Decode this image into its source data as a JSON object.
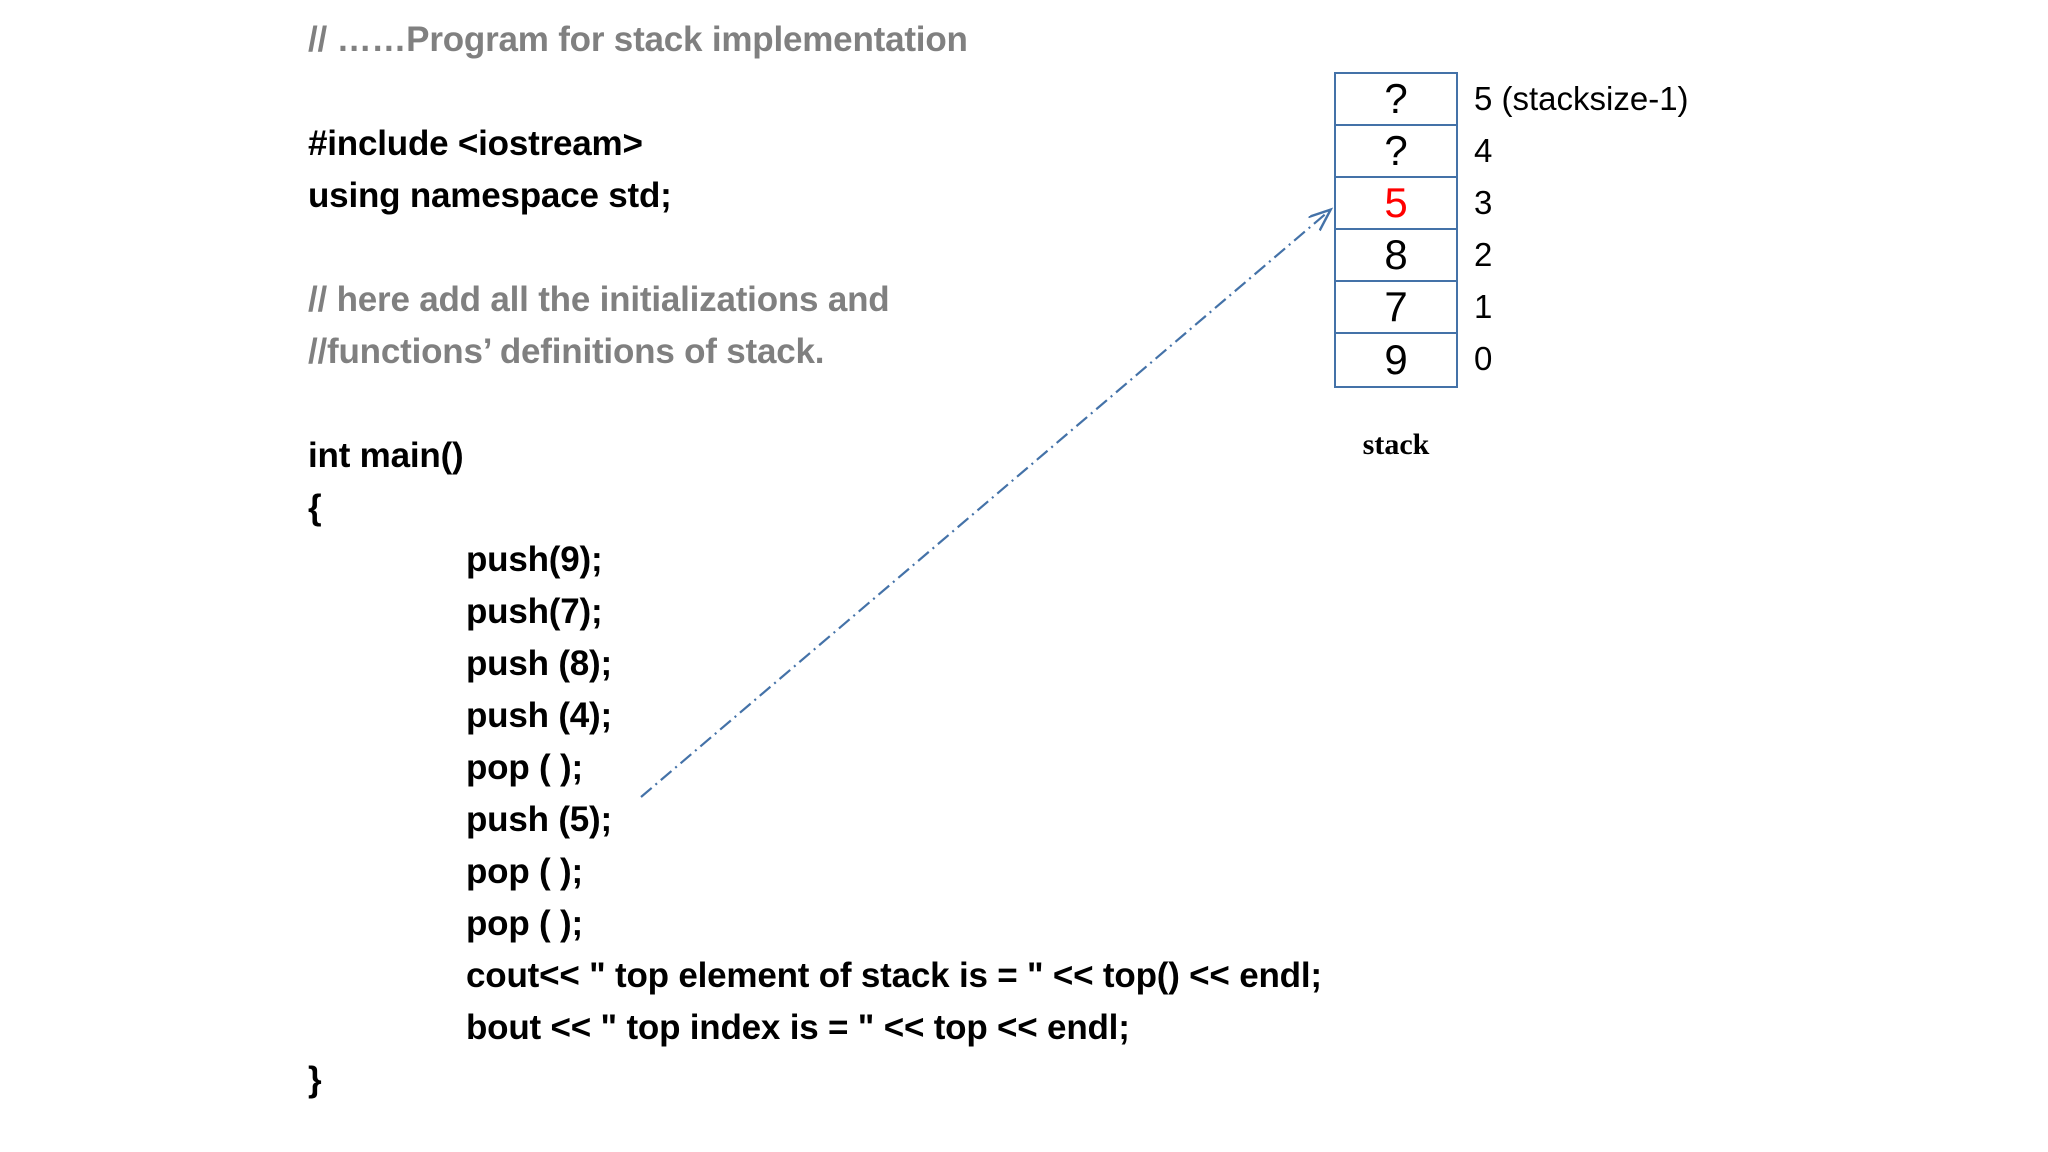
{
  "slide": {
    "code": {
      "lines": [
        {
          "text": "// ……Program for stack implementation",
          "style": "comment",
          "indent": false
        },
        {
          "text": " ",
          "style": "blank",
          "indent": false
        },
        {
          "text": "#include <iostream>",
          "style": "code",
          "indent": false
        },
        {
          "text": "using namespace std;",
          "style": "code",
          "indent": false
        },
        {
          "text": " ",
          "style": "blank",
          "indent": false
        },
        {
          "text": "// here add all the initializations and",
          "style": "comment",
          "indent": false
        },
        {
          "text": "//functions’ definitions of stack.",
          "style": "comment",
          "indent": false
        },
        {
          "text": " ",
          "style": "blank",
          "indent": false
        },
        {
          "text": "int main()",
          "style": "code",
          "indent": false
        },
        {
          "text": "{",
          "style": "code",
          "indent": false
        },
        {
          "text": "push(9);",
          "style": "code",
          "indent": true
        },
        {
          "text": "push(7);",
          "style": "code",
          "indent": true
        },
        {
          "text": "push (8);",
          "style": "code",
          "indent": true
        },
        {
          "text": "push (4);",
          "style": "code",
          "indent": true
        },
        {
          "text": "pop ( );",
          "style": "code",
          "indent": true
        },
        {
          "text": "push (5);",
          "style": "code",
          "indent": true
        },
        {
          "text": "pop ( );",
          "style": "code",
          "indent": true
        },
        {
          "text": "pop ( );",
          "style": "code",
          "indent": true
        },
        {
          "text": "cout<< \" top element of stack is = \" << top() << endl;",
          "style": "code",
          "indent": true
        },
        {
          "text": "bout << \" top index is = \" << top << endl;",
          "style": "code",
          "indent": true
        },
        {
          "text": "}",
          "style": "code",
          "indent": false
        }
      ]
    },
    "stack": {
      "caption": "stack",
      "cells": [
        {
          "value": "?",
          "index_label": "5 (stacksize-1)",
          "highlight": false
        },
        {
          "value": "?",
          "index_label": "4",
          "highlight": false
        },
        {
          "value": "5",
          "index_label": "3",
          "highlight": true
        },
        {
          "value": "8",
          "index_label": "2",
          "highlight": false
        },
        {
          "value": "7",
          "index_label": "1",
          "highlight": false
        },
        {
          "value": "9",
          "index_label": "0",
          "highlight": false
        }
      ],
      "border_color": "#4472a8",
      "highlight_color": "#ff0000"
    },
    "arrow": {
      "color": "#4472a8",
      "style": "dash-dot",
      "from_label": "push (5);",
      "to_label": "5"
    },
    "colors": {
      "comment": "#808080",
      "code": "#000000",
      "background": "#ffffff"
    }
  }
}
